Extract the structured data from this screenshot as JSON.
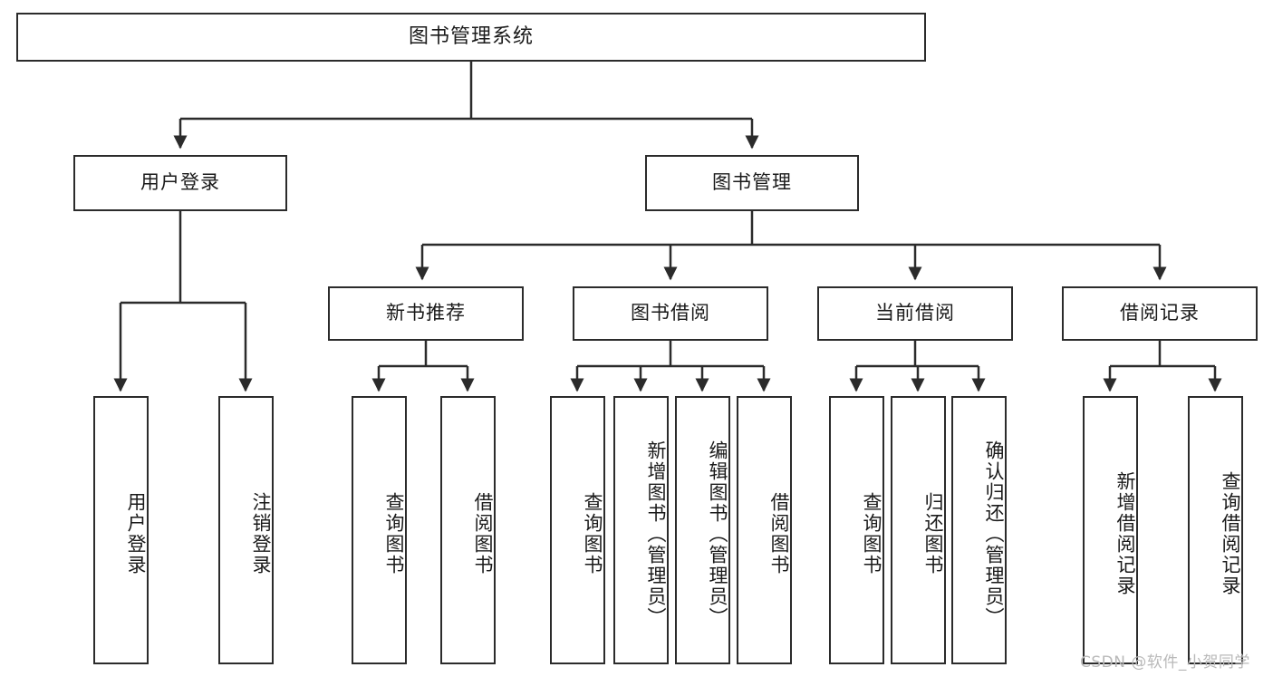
{
  "diagram": {
    "title": "图书管理系统",
    "root": {
      "label": "图书管理系统"
    },
    "level2": [
      {
        "label": "用户登录"
      },
      {
        "label": "图书管理"
      }
    ],
    "level3": [
      {
        "label": "新书推荐"
      },
      {
        "label": "图书借阅"
      },
      {
        "label": "当前借阅"
      },
      {
        "label": "借阅记录"
      }
    ],
    "leaves": {
      "user_login": [
        {
          "label": "用户登录"
        },
        {
          "label": "注销登录"
        }
      ],
      "new_book_recommend": [
        {
          "label": "查询图书"
        },
        {
          "label": "借阅图书"
        }
      ],
      "book_borrow": [
        {
          "label": "查询图书"
        },
        {
          "label": "新增图书（管理员）"
        },
        {
          "label": "编辑图书（管理员）"
        },
        {
          "label": "借阅图书"
        }
      ],
      "current_borrow": [
        {
          "label": "查询图书"
        },
        {
          "label": "归还图书"
        },
        {
          "label": "确认归还（管理员）"
        }
      ],
      "borrow_records": [
        {
          "label": "新增借阅记录"
        },
        {
          "label": "查询借阅记录"
        }
      ]
    }
  },
  "watermark": {
    "text": "CSDN @软件_小贺同学"
  },
  "colors": {
    "box_border": "#2b2b2b",
    "box_fill": "#ffffff",
    "line": "#2b2b2b",
    "text": "#1a1a1a",
    "watermark": "#b9b9b9"
  }
}
